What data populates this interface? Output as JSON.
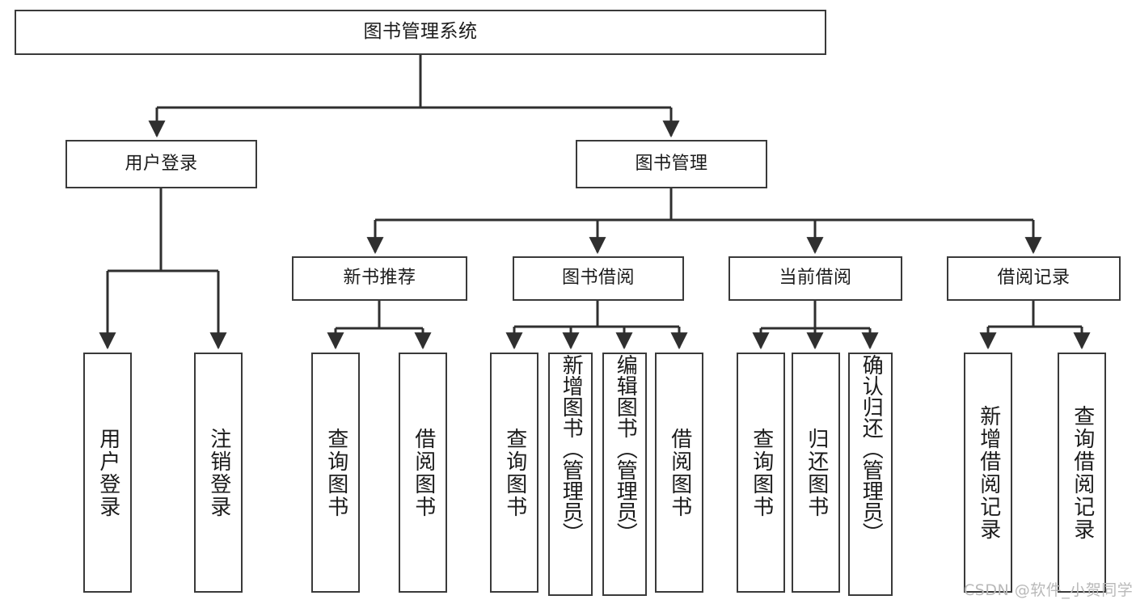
{
  "diagram": {
    "title": "图书管理系统",
    "type": "hierarchy-tree",
    "root": {
      "id": "root",
      "label": "图书管理系统"
    },
    "level2": [
      {
        "id": "user-login",
        "label": "用户登录"
      },
      {
        "id": "book-manage",
        "label": "图书管理"
      }
    ],
    "level3": [
      {
        "id": "new-book-recommend",
        "label": "新书推荐",
        "parent": "book-manage"
      },
      {
        "id": "book-borrow",
        "label": "图书借阅",
        "parent": "book-manage"
      },
      {
        "id": "current-borrow",
        "label": "当前借阅",
        "parent": "book-manage"
      },
      {
        "id": "borrow-record",
        "label": "借阅记录",
        "parent": "book-manage"
      }
    ],
    "leaves": [
      {
        "id": "leaf-user-login",
        "label": "用户登录",
        "parent": "user-login"
      },
      {
        "id": "leaf-logout-login",
        "label": "注销登录",
        "parent": "user-login"
      },
      {
        "id": "leaf-query-book-1",
        "label": "查询图书",
        "parent": "new-book-recommend"
      },
      {
        "id": "leaf-borrow-book-1",
        "label": "借阅图书",
        "parent": "new-book-recommend"
      },
      {
        "id": "leaf-query-book-2",
        "label": "查询图书",
        "parent": "book-borrow"
      },
      {
        "id": "leaf-add-book",
        "label": "新增图书（管理员）",
        "parent": "book-borrow"
      },
      {
        "id": "leaf-edit-book",
        "label": "编辑图书（管理员）",
        "parent": "book-borrow"
      },
      {
        "id": "leaf-borrow-book-2",
        "label": "借阅图书",
        "parent": "book-borrow"
      },
      {
        "id": "leaf-query-book-3",
        "label": "查询图书",
        "parent": "current-borrow"
      },
      {
        "id": "leaf-return-book",
        "label": "归还图书",
        "parent": "current-borrow"
      },
      {
        "id": "leaf-confirm-return",
        "label": "确认归还（管理员）",
        "parent": "current-borrow"
      },
      {
        "id": "leaf-add-record",
        "label": "新增借阅记录",
        "parent": "borrow-record"
      },
      {
        "id": "leaf-query-record",
        "label": "查询借阅记录",
        "parent": "borrow-record"
      }
    ]
  },
  "watermark": {
    "text": "CSDN @软件_小贺同学"
  },
  "colors": {
    "border": "#3a3a3a",
    "connector": "#2f2f2f",
    "background": "#ffffff",
    "text": "#1b1b1b",
    "watermark": "#b9b9b9"
  }
}
